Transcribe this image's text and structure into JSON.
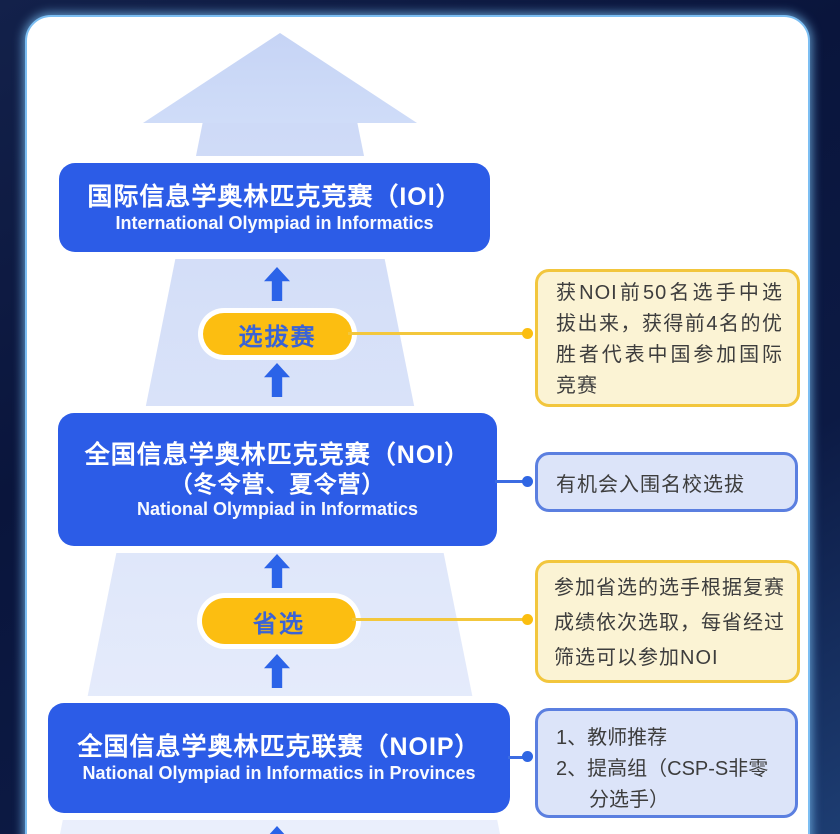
{
  "poster": {
    "stages": {
      "ioi": {
        "title": "国际信息学奥林匹克竞赛（IOI）",
        "subtitle": "International Olympiad in Informatics"
      },
      "noi": {
        "title": "全国信息学奥林匹克竞赛（NOI）",
        "title2": "（冬令营、夏令营）",
        "subtitle": "National Olympiad in Informatics"
      },
      "noip": {
        "title": "全国信息学奥林匹克联赛（NOIP）",
        "subtitle": "National Olympiad in Informatics in Provinces"
      }
    },
    "badges": {
      "selection": "选拔赛",
      "provincial": "省选"
    },
    "notes": {
      "ioi_note": "获NOI前50名选手中选拔出来，获得前4名的优胜者代表中国参加国际竞赛",
      "noi_note": "有机会入围名校选拔",
      "provincial_note": "参加省选的选手根据复赛成绩依次选取，每省经过筛选可以参加NOI",
      "noip_note_items": [
        "1、教师推荐",
        "2、提高组（CSP-S非零分选手）"
      ]
    },
    "colors": {
      "navy_background": "#0c1a44",
      "panel_edge_blue": "#7cbef2",
      "stage_blue": "#2c5ce7",
      "badge_yellow": "#fcbe11",
      "badge_text_blue": "#3a63d6",
      "note_yellow_bg": "#fbf3d4",
      "note_yellow_border": "#f2c63d",
      "note_blue_bg": "#dce4f9",
      "note_blue_border": "#5b7fe0",
      "background_arrow_light_blue": "#d3def8",
      "mini_arrow_blue": "#2b63e8",
      "note_text_gray": "#3d3d3d"
    }
  }
}
